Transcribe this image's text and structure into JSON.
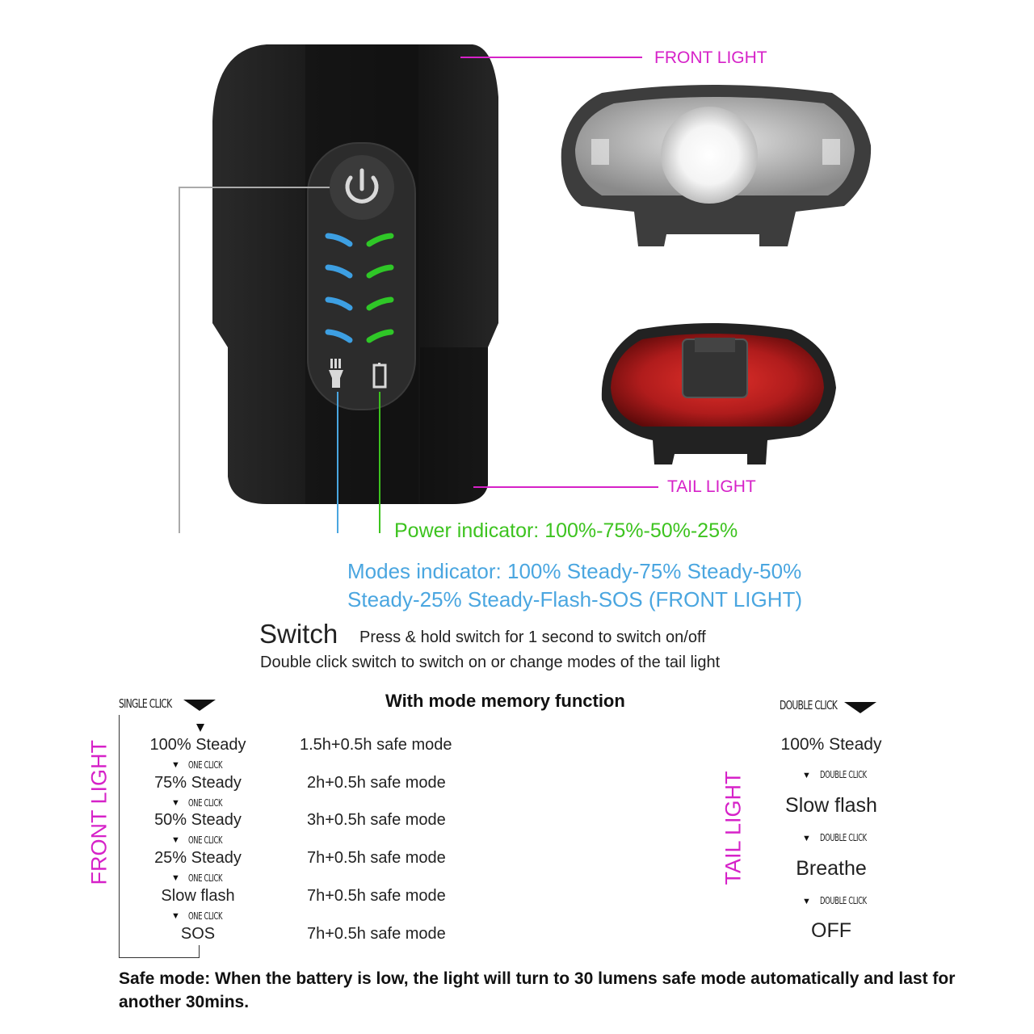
{
  "labels": {
    "front_light": "FRONT LIGHT",
    "tail_light": "TAIL LIGHT",
    "power_indicator": "Power indicator: 100%-75%-50%-25%",
    "modes_indicator_line1": "Modes indicator: 100% Steady-75% Steady-50%",
    "modes_indicator_line2": "Steady-25% Steady-Flash-SOS (FRONT LIGHT)",
    "switch_title": "Switch",
    "switch_desc1": "Press & hold switch for 1 second to switch on/off",
    "switch_desc2": "Double click switch to switch on or change modes of the tail light"
  },
  "table": {
    "single_click": "SINGLE CLICK",
    "double_click": "DOUBLE CLICK",
    "heading": "With mode memory function",
    "front_side_label": "FRONT LIGHT",
    "tail_side_label": "TAIL LIGHT",
    "one_click": "ONE CLICK",
    "double_click_small": "DOUBLE CLICK",
    "front_modes": [
      {
        "mode": "100% Steady",
        "time": "1.5h+0.5h safe mode"
      },
      {
        "mode": "75% Steady",
        "time": "2h+0.5h safe mode"
      },
      {
        "mode": "50% Steady",
        "time": "3h+0.5h safe mode"
      },
      {
        "mode": "25% Steady",
        "time": "7h+0.5h safe mode"
      },
      {
        "mode": "Slow flash",
        "time": "7h+0.5h safe mode"
      },
      {
        "mode": "SOS",
        "time": "7h+0.5h safe mode"
      }
    ],
    "tail_modes": [
      "100% Steady",
      "Slow flash",
      "Breathe",
      "OFF"
    ]
  },
  "note": "Safe mode: When the battery is low, the light will turn to 30 lumens safe mode automatically and last for another 30mins.",
  "colors": {
    "magenta": "#d622c8",
    "green": "#3dc31f",
    "blue": "#4aa6e0"
  },
  "icons": [
    "power-icon",
    "flashlight-icon",
    "battery-icon",
    "arrow-down-icon"
  ]
}
